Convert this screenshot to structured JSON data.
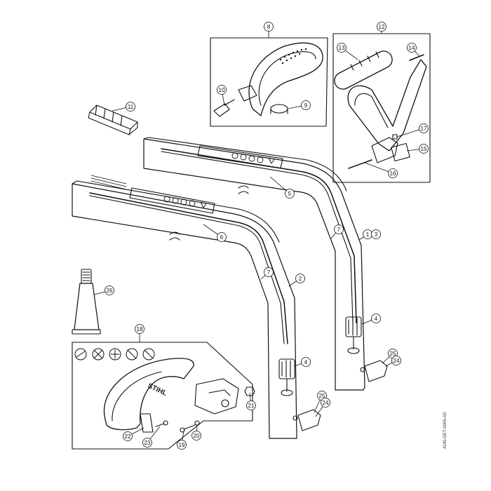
{
  "diagram": {
    "drawing_code": "4140-GET-0005-A0",
    "brand_mark": "STIHL",
    "callouts": [
      {
        "id": "c8",
        "label": "8"
      },
      {
        "id": "c12",
        "label": "12"
      },
      {
        "id": "c13",
        "label": "13"
      },
      {
        "id": "c14",
        "label": "14"
      },
      {
        "id": "c10",
        "label": "10"
      },
      {
        "id": "c9",
        "label": "9"
      },
      {
        "id": "c11",
        "label": "11"
      },
      {
        "id": "c17",
        "label": "17"
      },
      {
        "id": "c15",
        "label": "15"
      },
      {
        "id": "c16",
        "label": "16"
      },
      {
        "id": "c5",
        "label": "5"
      },
      {
        "id": "c6",
        "label": "6"
      },
      {
        "id": "c7a",
        "label": "7"
      },
      {
        "id": "c1",
        "label": "1"
      },
      {
        "id": "c3",
        "label": "3"
      },
      {
        "id": "c7b",
        "label": "7"
      },
      {
        "id": "c2",
        "label": "2"
      },
      {
        "id": "c26",
        "label": "26"
      },
      {
        "id": "c4a",
        "label": "4"
      },
      {
        "id": "c25a",
        "label": "25"
      },
      {
        "id": "c24a",
        "label": "24"
      },
      {
        "id": "c18",
        "label": "18"
      },
      {
        "id": "c4b",
        "label": "4"
      },
      {
        "id": "c21",
        "label": "21"
      },
      {
        "id": "c25b",
        "label": "25"
      },
      {
        "id": "c24b",
        "label": "24"
      },
      {
        "id": "c22",
        "label": "22"
      },
      {
        "id": "c23",
        "label": "23"
      },
      {
        "id": "c19",
        "label": "19"
      },
      {
        "id": "c20",
        "label": "20"
      }
    ]
  }
}
